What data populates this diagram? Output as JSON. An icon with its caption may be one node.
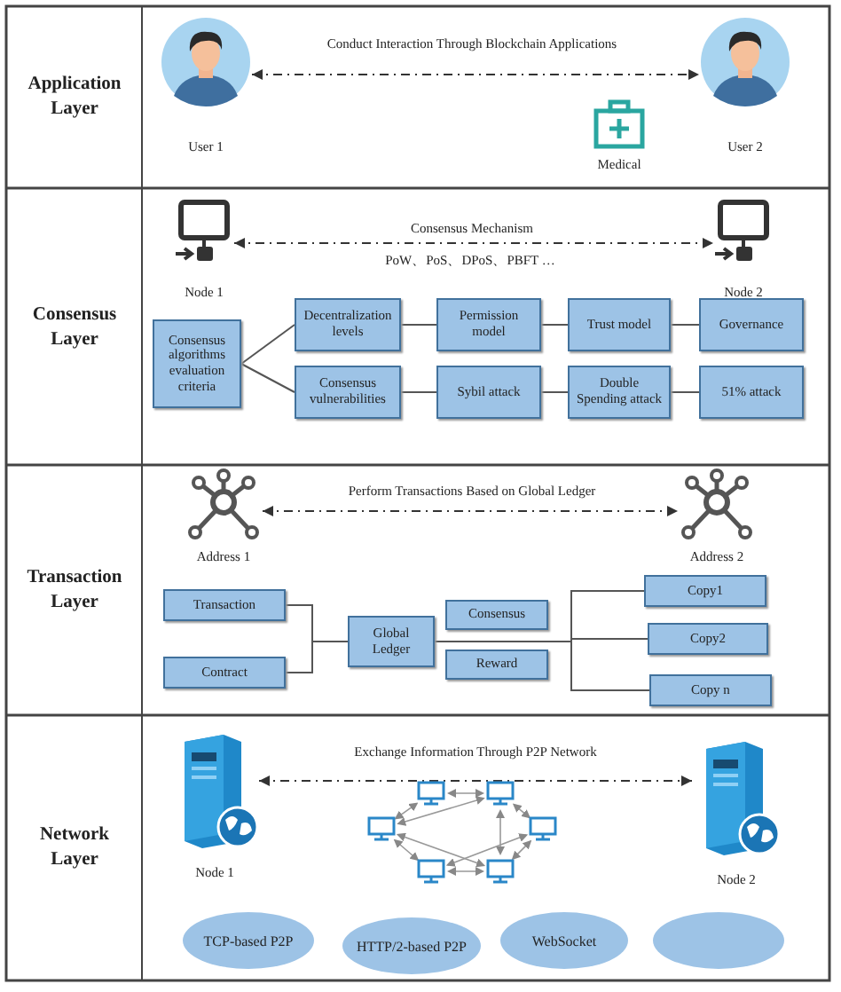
{
  "diagram": {
    "nodes": [
      {
        "text": [
          "Application Layer"
        ]
      },
      {
        "text": [
          "User 1"
        ]
      },
      {
        "text": [
          "User 2"
        ]
      },
      {
        "text": [
          "Consensus Layer"
        ]
      },
      {
        "text": [
          "Node 1"
        ]
      },
      {
        "text": [
          "Node 2"
        ]
      },
      {
        "text": [
          "Consensus algorithms evaluation criteria"
        ]
      },
      {
        "text": [
          "Decentralization levels"
        ]
      },
      {
        "text": [
          "Permission model"
        ]
      },
      {
        "text": [
          "Trust model"
        ]
      },
      {
        "text": [
          "Governance"
        ]
      },
      {
        "text": [
          "Consensus vulnerabilities"
        ]
      },
      {
        "text": [
          "Sybil attack"
        ]
      },
      {
        "text": [
          "Double Spending attack"
        ]
      },
      {
        "text": [
          "51% attack"
        ]
      },
      {
        "text": [
          "Transaction Layer"
        ]
      },
      {
        "text": [
          "Address 1"
        ]
      },
      {
        "text": [
          "Address 2"
        ]
      },
      {
        "text": [
          "Transaction"
        ]
      },
      {
        "text": [
          "Contract"
        ]
      },
      {
        "text": [
          "Global Ledger"
        ]
      },
      {
        "text": [
          "Consensus"
        ]
      },
      {
        "text": [
          "Reward"
        ]
      },
      {
        "text": [
          "Copy1"
        ]
      },
      {
        "text": [
          "Copy2"
        ]
      },
      {
        "text": [
          "Copy n"
        ]
      },
      {
        "text": [
          "Network Layer"
        ]
      },
      {
        "text": [
          "Node 1"
        ]
      },
      {
        "text": [
          "Node 2"
        ]
      },
      {
        "text": [
          "TCP-based P2P"
        ]
      },
      {
        "text": [
          "HTTP/2-based P2P"
        ]
      },
      {
        "text": [
          "WebSocket"
        ]
      },
      {
        "text": [],
        "shape": "ellipse"
      }
    ],
    "edges": [
      {
        "from": 1,
        "to": 2,
        "arrow": "both",
        "style": "dashed",
        "label": "Conduct Interaction Through Blockchain Applications"
      },
      {
        "from": 4,
        "to": 5,
        "arrow": "both",
        "style": "dashed",
        "label": "Consensus Mechanism"
      },
      {
        "from": 6,
        "to": 7,
        "arrow": "none"
      },
      {
        "from": 6,
        "to": 11,
        "arrow": "none"
      },
      {
        "from": 7,
        "to": 8,
        "arrow": "none"
      },
      {
        "from": 8,
        "to": 9,
        "arrow": "none"
      },
      {
        "from": 9,
        "to": 10,
        "arrow": "none"
      },
      {
        "from": 11,
        "to": 12,
        "arrow": "none"
      },
      {
        "from": 12,
        "to": 13,
        "arrow": "none"
      },
      {
        "from": 13,
        "to": 14,
        "arrow": "none"
      },
      {
        "from": 16,
        "to": 17,
        "arrow": "both",
        "style": "dashed",
        "label": "Perform Transactions Based on Global Ledger"
      },
      {
        "from": 18,
        "to": 20,
        "arrow": "none"
      },
      {
        "from": 19,
        "to": 20,
        "arrow": "none"
      },
      {
        "from": 20,
        "to": 23,
        "arrow": "none"
      },
      {
        "from": 20,
        "to": 24,
        "arrow": "none"
      },
      {
        "from": 20,
        "to": 25,
        "arrow": "none"
      },
      {
        "from": 27,
        "to": 28,
        "arrow": "both",
        "style": "dashed",
        "label": "Exchange Information Through P2P Network"
      }
    ],
    "labels": [
      "Medical",
      "PoW、PoS、DPoS、PBFT …"
    ]
  }
}
